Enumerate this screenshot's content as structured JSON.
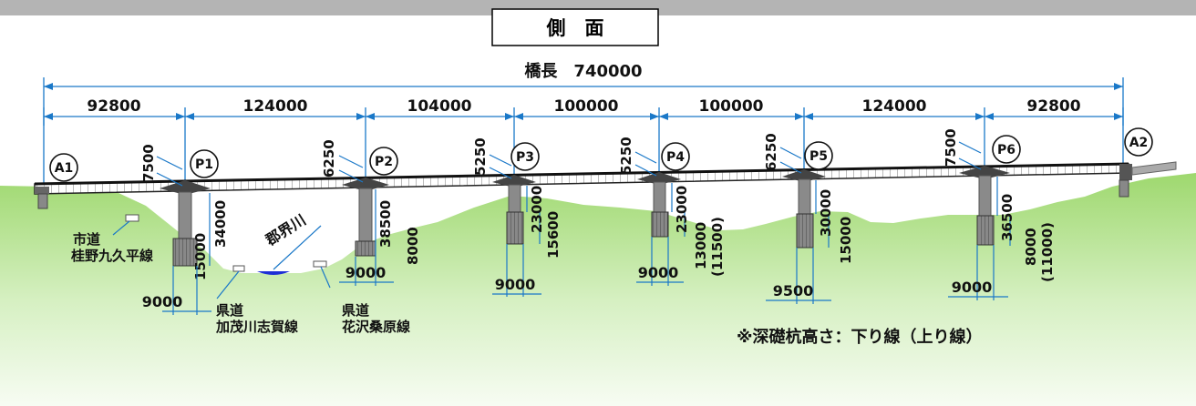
{
  "title": "側　面",
  "total_length_label": "橋長　740000",
  "spans": [
    "92800",
    "124000",
    "104000",
    "100000",
    "100000",
    "124000",
    "92800"
  ],
  "abutments": [
    "A1",
    "A2"
  ],
  "piers": [
    "P1",
    "P2",
    "P3",
    "P4",
    "P5",
    "P6"
  ],
  "girder_heights": [
    "7500",
    "6250",
    "5250",
    "5250",
    "6250",
    "7500"
  ],
  "pier_heights": [
    "34000",
    "38500",
    "23000",
    "23000",
    "30000",
    "36500"
  ],
  "pile_depths": [
    "15000",
    "8000",
    "15600",
    "13000\n(11500)",
    "15000",
    "8000\n(11000)"
  ],
  "footing_widths": [
    "9000",
    "9000",
    "9000",
    "9000",
    "9500",
    "9000"
  ],
  "road_city": "市道\n桂野九久平線",
  "road_pref1": "県道\n加茂川志賀線",
  "road_pref2": "県道\n花沢桑原線",
  "river": "郡界川",
  "note": "※深礎杭高さ：下り線（上り線）",
  "colors": {
    "ground_top": "#9ed86e",
    "ground_bottom": "#f4fbef",
    "sky_bar": "#b4b4b4",
    "dim_line": "#1a78c8",
    "pier": "#8a8a8a"
  }
}
